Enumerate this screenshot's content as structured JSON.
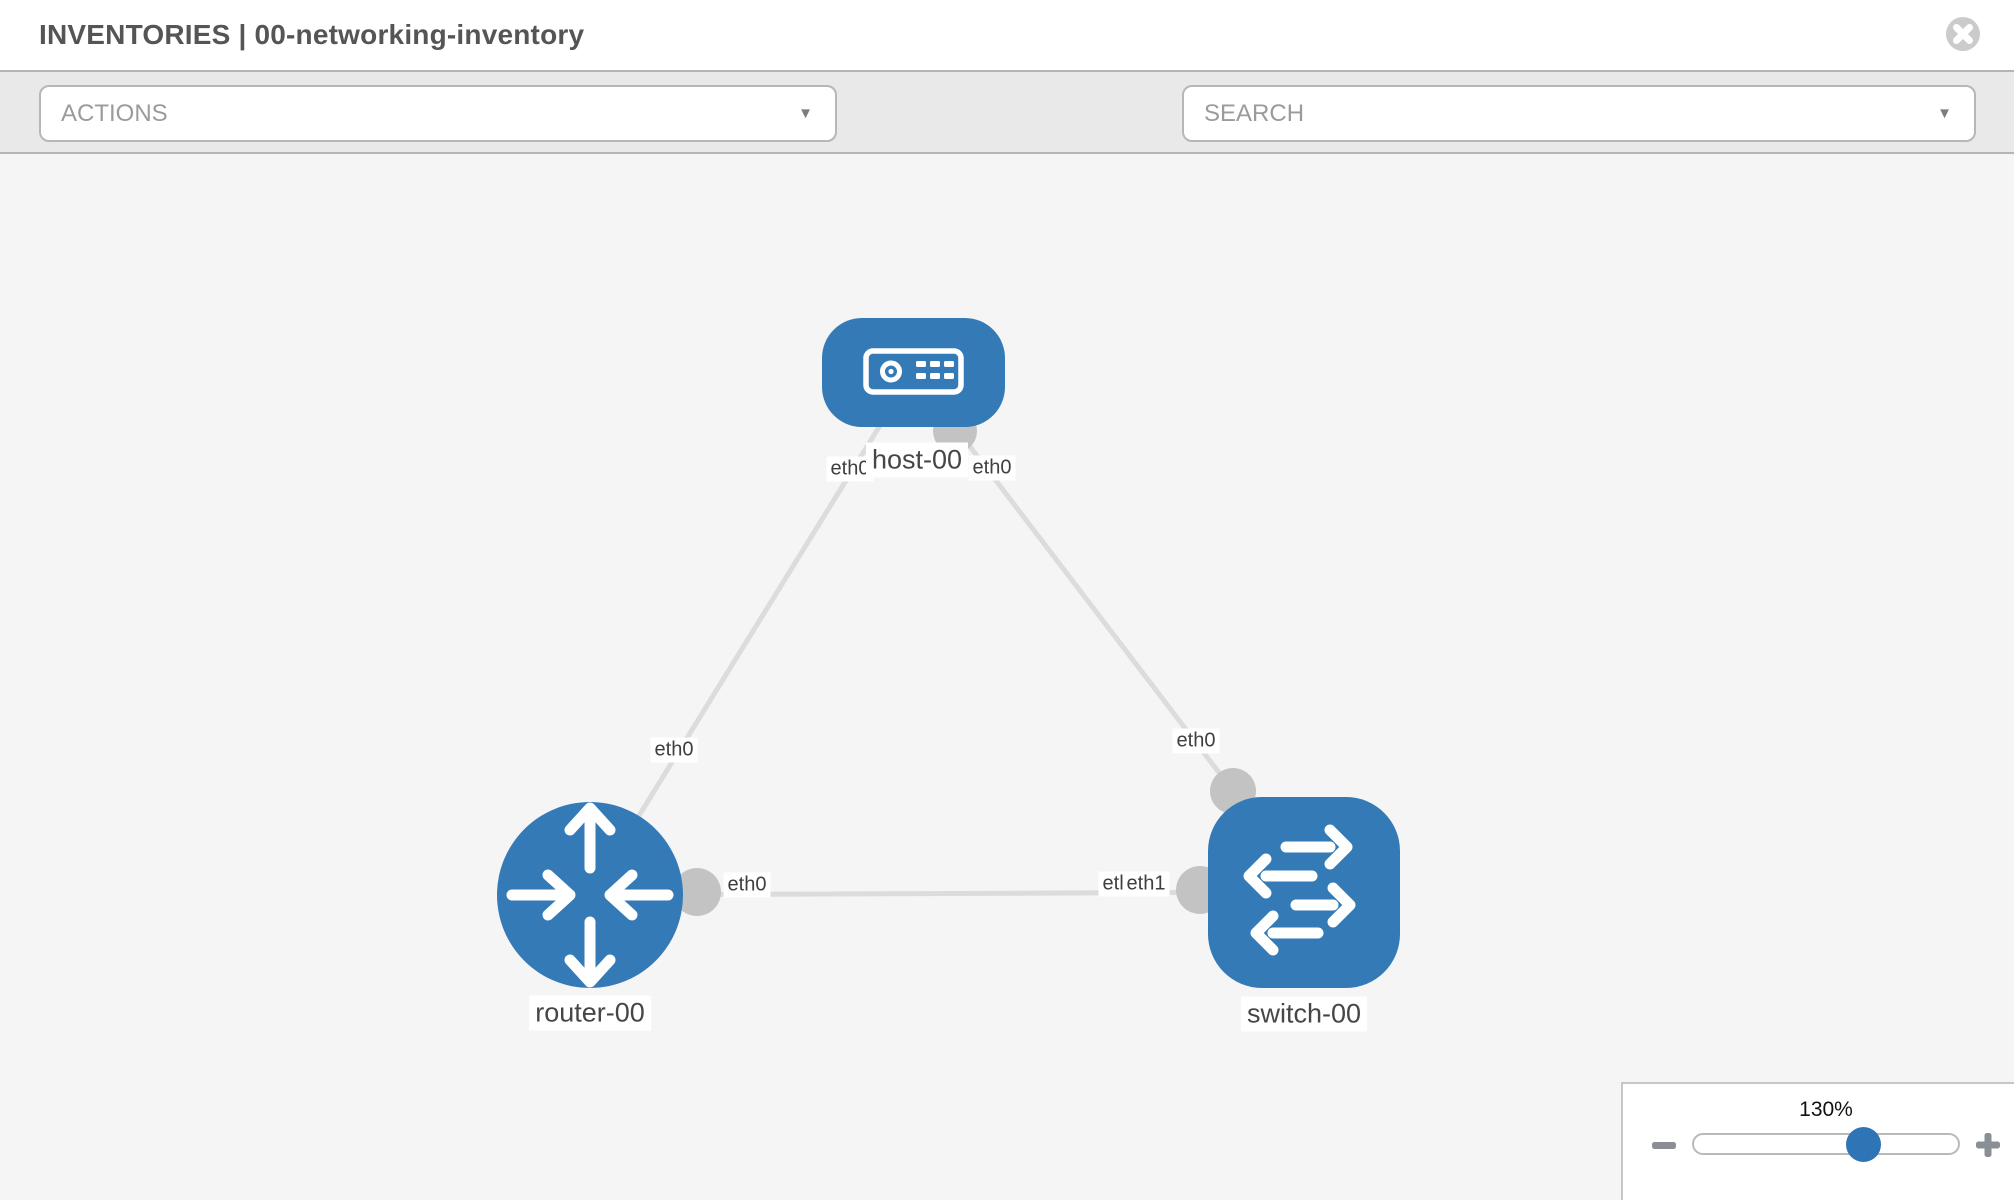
{
  "header": {
    "title": "INVENTORIES | 00-networking-inventory"
  },
  "toolbar": {
    "actions_label": "ACTIONS",
    "search_placeholder": "SEARCH",
    "icons": [
      "wrench-icon",
      "key-icon"
    ]
  },
  "topology": {
    "nodes": {
      "host": {
        "label": "host-00",
        "type": "host"
      },
      "router": {
        "label": "router-00",
        "type": "router"
      },
      "switch": {
        "label": "switch-00",
        "type": "switch"
      }
    },
    "links": [
      {
        "from": "host-00",
        "to": "router-00",
        "from_iface": "eth0",
        "to_iface": "eth0"
      },
      {
        "from": "host-00",
        "to": "switch-00",
        "from_iface": "eth0",
        "to_iface": "eth0"
      },
      {
        "from": "router-00",
        "to": "switch-00",
        "from_iface": "eth0",
        "to_iface": "eth1"
      }
    ],
    "iface_labels": {
      "host_left": "eth0",
      "host_right": "eth0",
      "link_host_router_mid": "eth0",
      "link_host_switch_mid": "eth0",
      "router_right": "eth0",
      "switch_left_under": "eth0",
      "switch_left": "eth1"
    }
  },
  "zoom_control": {
    "level": "130%"
  },
  "colors": {
    "node_blue": "#337ab7",
    "handle_blue": "#2e75b5",
    "link_gray": "#dcdcdc",
    "connector_gray": "#c3c3c3",
    "toolbar_gray": "#e9e9e9",
    "canvas_gray": "#f5f5f5",
    "icon_gray": "#8b9096"
  }
}
